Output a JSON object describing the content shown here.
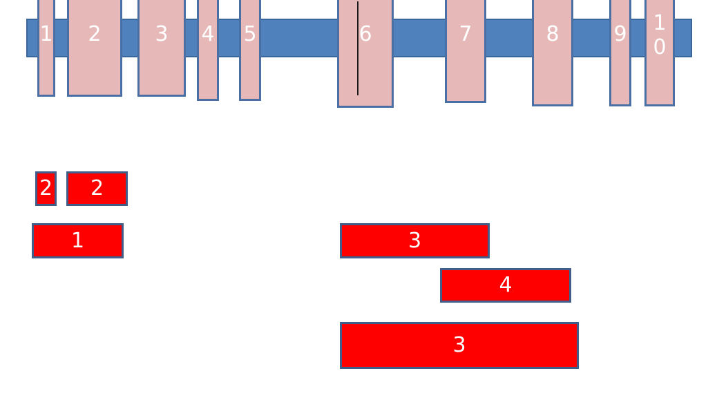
{
  "colors": {
    "gene_bar": "#4f81bd",
    "exon_fill": "#e6b9b8",
    "exon_border": "#4a6fa5",
    "fragment_fill": "#ff0000",
    "label_text": "#ffffff"
  },
  "exons": [
    {
      "label": "1"
    },
    {
      "label": "2"
    },
    {
      "label": "3"
    },
    {
      "label": "4"
    },
    {
      "label": "5"
    },
    {
      "label": "6"
    },
    {
      "label": "7"
    },
    {
      "label": "8"
    },
    {
      "label": "9"
    },
    {
      "label": "10"
    }
  ],
  "fragments": [
    {
      "label": "2"
    },
    {
      "label": "2"
    },
    {
      "label": "1"
    },
    {
      "label": "3"
    },
    {
      "label": "4"
    },
    {
      "label": "3"
    }
  ]
}
